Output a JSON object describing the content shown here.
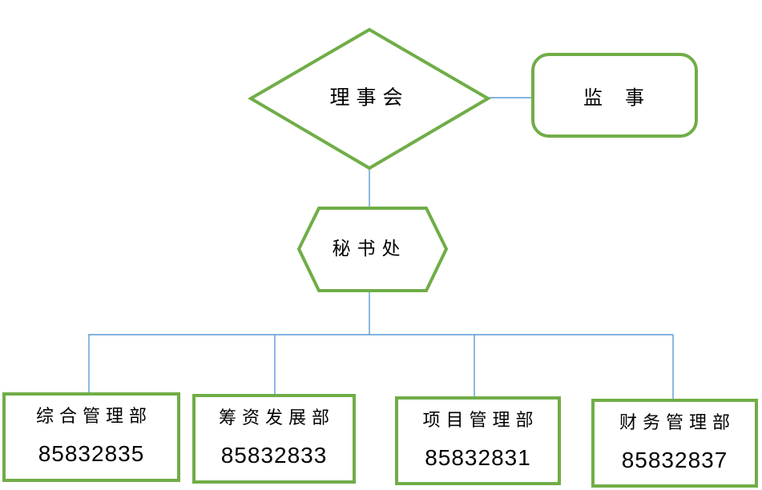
{
  "colors": {
    "shape_border": "#70AD47",
    "connector": "#5B9BD5",
    "text": "#000000",
    "background": "#ffffff"
  },
  "chart": {
    "board": {
      "label": "理事会"
    },
    "supervisor": {
      "label": "监　事"
    },
    "secretariat": {
      "label": "秘书处"
    },
    "departments": [
      {
        "name": "综合管理部",
        "phone": "85832835"
      },
      {
        "name": "筹资发展部",
        "phone": "85832833"
      },
      {
        "name": "项目管理部",
        "phone": "85832831"
      },
      {
        "name": "财务管理部",
        "phone": "85832837"
      }
    ]
  }
}
